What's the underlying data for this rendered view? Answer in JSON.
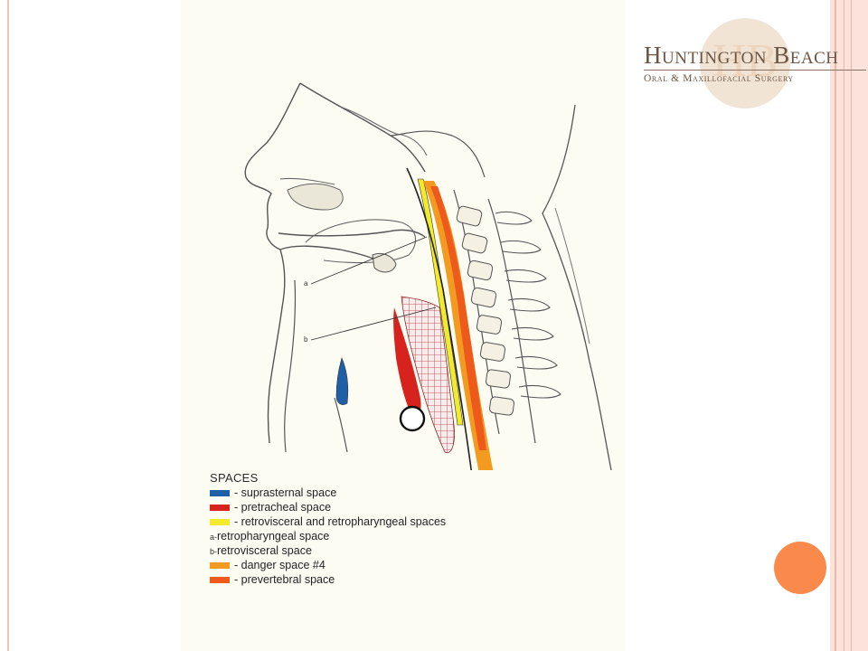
{
  "figure": {
    "labels": {
      "a": "a",
      "b": "b"
    },
    "legend": {
      "title": "SPACES",
      "items": [
        {
          "color": "#1f5fa8",
          "prefix": "-",
          "text": "suprasternal space"
        },
        {
          "color": "#d8221e",
          "prefix": "-",
          "text": "pretracheal space"
        },
        {
          "color": "#f2ea2a",
          "prefix": "-",
          "text": "retrovisceral and retropharyngeal spaces"
        },
        {
          "color": null,
          "prefix": "a-",
          "text": "retropharyngeal space",
          "sub": true
        },
        {
          "color": null,
          "prefix": "b-",
          "text": "retrovisceral space",
          "sub": true
        },
        {
          "color": "#f39a20",
          "prefix": "-",
          "text": "danger space #4"
        },
        {
          "color": "#ee5a1c",
          "prefix": "-",
          "text": "prevertebral space"
        }
      ]
    }
  },
  "logo": {
    "monogram": "HB",
    "name": "Huntington Beach",
    "subtitle": "Oral & Maxillofacial Surgery"
  },
  "colors": {
    "border_line": "#f3c2b6",
    "accent_panel": "#fbe3dc",
    "accent_dot": "#f98a4c"
  }
}
